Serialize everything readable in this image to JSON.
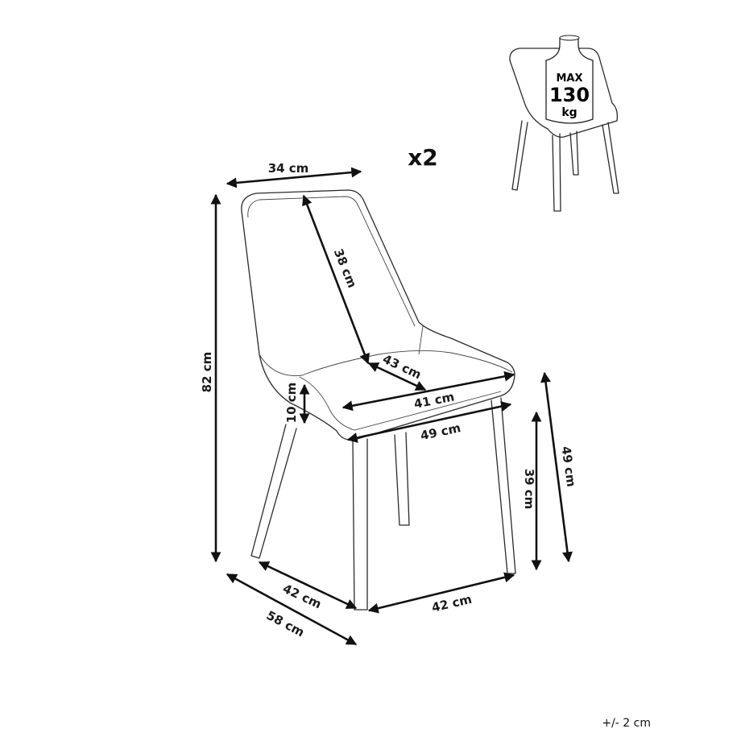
{
  "quantity": "x2",
  "tolerance": "+/- 2 cm",
  "max_load": {
    "line1": "MAX",
    "line2": "130",
    "line3": "kg"
  },
  "dimensions": {
    "backrest_width": "34 cm",
    "total_height": "82 cm",
    "backrest_height": "38 cm",
    "seat_depth": "43 cm",
    "seat_width": "41 cm",
    "outer_width": "49 cm",
    "seat_thickness": "10 cm",
    "seat_height": "39 cm",
    "top_seat_height": "49 cm",
    "leg_span_side": "42 cm",
    "leg_span_front": "42 cm",
    "total_depth": "58 cm"
  }
}
